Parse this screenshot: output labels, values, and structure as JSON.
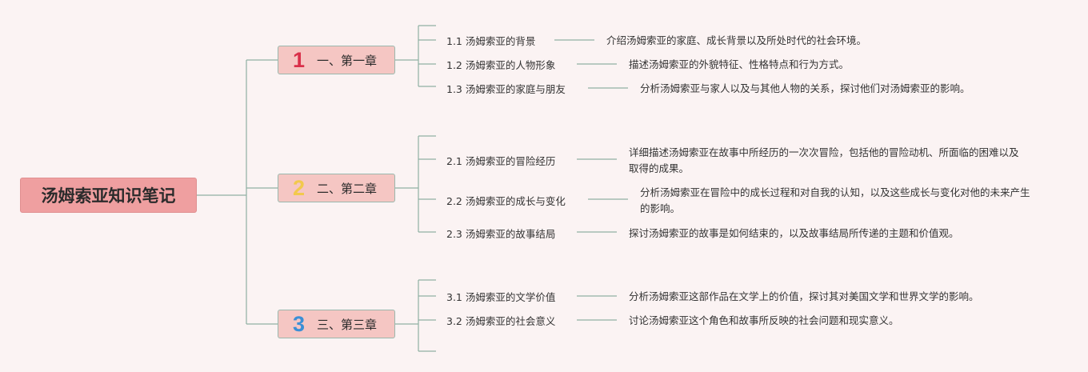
{
  "title": "汤姆索亚知识笔记",
  "colors": {
    "line": "#8fb0a3",
    "root_bg": "#ef9fa0",
    "chapter_bg": "#f5c6c3"
  },
  "chapters": [
    {
      "number": "1",
      "number_color": "#d9304a",
      "label": "一、第一章",
      "sections": [
        {
          "title": "1.1 汤姆索亚的背景",
          "desc": "介绍汤姆索亚的家庭、成长背景以及所处时代的社会环境。"
        },
        {
          "title": "1.2 汤姆索亚的人物形象",
          "desc": "描述汤姆索亚的外貌特征、性格特点和行为方式。"
        },
        {
          "title": "1.3 汤姆索亚的家庭与朋友",
          "desc": "分析汤姆索亚与家人以及与其他人物的关系，探讨他们对汤姆索亚的影响。"
        }
      ]
    },
    {
      "number": "2",
      "number_color": "#f2c94c",
      "label": "二、第二章",
      "sections": [
        {
          "title": "2.1 汤姆索亚的冒险经历",
          "desc": "详细描述汤姆索亚在故事中所经历的一次次冒险，包括他的冒险动机、所面临的困难以及取得的成果。"
        },
        {
          "title": "2.2 汤姆索亚的成长与变化",
          "desc": "分析汤姆索亚在冒险中的成长过程和对自我的认知，以及这些成长与变化对他的未来产生的影响。"
        },
        {
          "title": "2.3 汤姆索亚的故事结局",
          "desc": "探讨汤姆索亚的故事是如何结束的，以及故事结局所传递的主题和价值观。"
        }
      ]
    },
    {
      "number": "3",
      "number_color": "#3b8fd6",
      "label": "三、第三章",
      "sections": [
        {
          "title": "3.1 汤姆索亚的文学价值",
          "desc": "分析汤姆索亚这部作品在文学上的价值，探讨其对美国文学和世界文学的影响。"
        },
        {
          "title": "3.2 汤姆索亚的社会意义",
          "desc": "讨论汤姆索亚这个角色和故事所反映的社会问题和现实意义。"
        }
      ]
    }
  ]
}
